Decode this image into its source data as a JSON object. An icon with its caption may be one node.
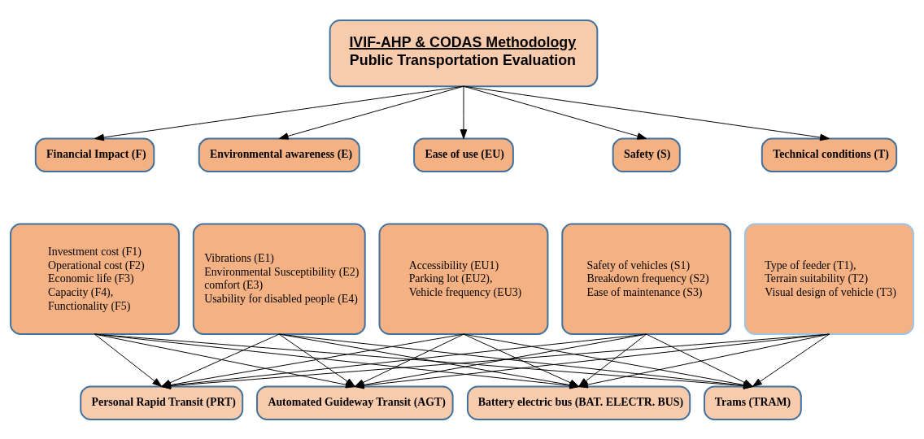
{
  "diagram": {
    "nodes": [
      {
        "text": [
          "IVIF-AHP & CODAS Methodology",
          "Public Transportation Evaluation"
        ]
      },
      {
        "text": [
          "Financial Impact (F)"
        ]
      },
      {
        "text": [
          "Environmental awareness (E)"
        ]
      },
      {
        "text": [
          "Ease of use (EU)"
        ]
      },
      {
        "text": [
          "Safety (S)"
        ]
      },
      {
        "text": [
          "Technical conditions (T)"
        ]
      },
      {
        "text": [
          "Investment cost (F1)",
          "Operational cost (F2)",
          "Economic life (F3)",
          "Capacity (F4),",
          "Functionality (F5)"
        ]
      },
      {
        "text": [
          "Vibrations (E1)",
          "Environmental Susceptibility (E2)",
          "comfort (E3)",
          "Usability for disabled people (E4)"
        ]
      },
      {
        "text": [
          "Accessibility (EU1)",
          "Parking lot (EU2),",
          "Vehicle frequency (EU3)"
        ]
      },
      {
        "text": [
          "Safety of vehicles (S1)",
          "Breakdown frequency (S2)",
          "Ease of maintenance (S3)"
        ]
      },
      {
        "text": [
          "Type of feeder (T1),",
          "Terrain suitability (T2)",
          "Visual design of vehicle (T3)"
        ]
      },
      {
        "text": [
          "Personal Rapid Transit (PRT)"
        ]
      },
      {
        "text": [
          "Automated Guideway Transit (AGT)"
        ]
      },
      {
        "text": [
          "Battery electric bus (BAT. ELECTR. BUS)"
        ]
      },
      {
        "text": [
          "Trams (TRAM)"
        ]
      }
    ],
    "edges": [
      {
        "from": 0,
        "to": 1,
        "arrow": "to"
      },
      {
        "from": 0,
        "to": 2,
        "arrow": "to"
      },
      {
        "from": 0,
        "to": 3,
        "arrow": "to"
      },
      {
        "from": 0,
        "to": 4,
        "arrow": "to"
      },
      {
        "from": 0,
        "to": 5,
        "arrow": "to"
      },
      {
        "from": 6,
        "to": 11,
        "arrow": "to"
      },
      {
        "from": 6,
        "to": 12,
        "arrow": "to"
      },
      {
        "from": 6,
        "to": 13,
        "arrow": "to"
      },
      {
        "from": 6,
        "to": 14,
        "arrow": "to"
      },
      {
        "from": 7,
        "to": 11,
        "arrow": "to"
      },
      {
        "from": 7,
        "to": 12,
        "arrow": "to"
      },
      {
        "from": 7,
        "to": 13,
        "arrow": "to"
      },
      {
        "from": 7,
        "to": 14,
        "arrow": "to"
      },
      {
        "from": 8,
        "to": 11,
        "arrow": "to"
      },
      {
        "from": 8,
        "to": 12,
        "arrow": "to"
      },
      {
        "from": 8,
        "to": 13,
        "arrow": "to"
      },
      {
        "from": 8,
        "to": 14,
        "arrow": "to"
      },
      {
        "from": 9,
        "to": 11,
        "arrow": "to"
      },
      {
        "from": 9,
        "to": 12,
        "arrow": "to"
      },
      {
        "from": 9,
        "to": 13,
        "arrow": "to"
      },
      {
        "from": 9,
        "to": 14,
        "arrow": "to"
      },
      {
        "from": 10,
        "to": 11,
        "arrow": "to"
      },
      {
        "from": 10,
        "to": 12,
        "arrow": "to"
      },
      {
        "from": 10,
        "to": 13,
        "arrow": "to"
      },
      {
        "from": 10,
        "to": 14,
        "arrow": "to"
      }
    ]
  }
}
